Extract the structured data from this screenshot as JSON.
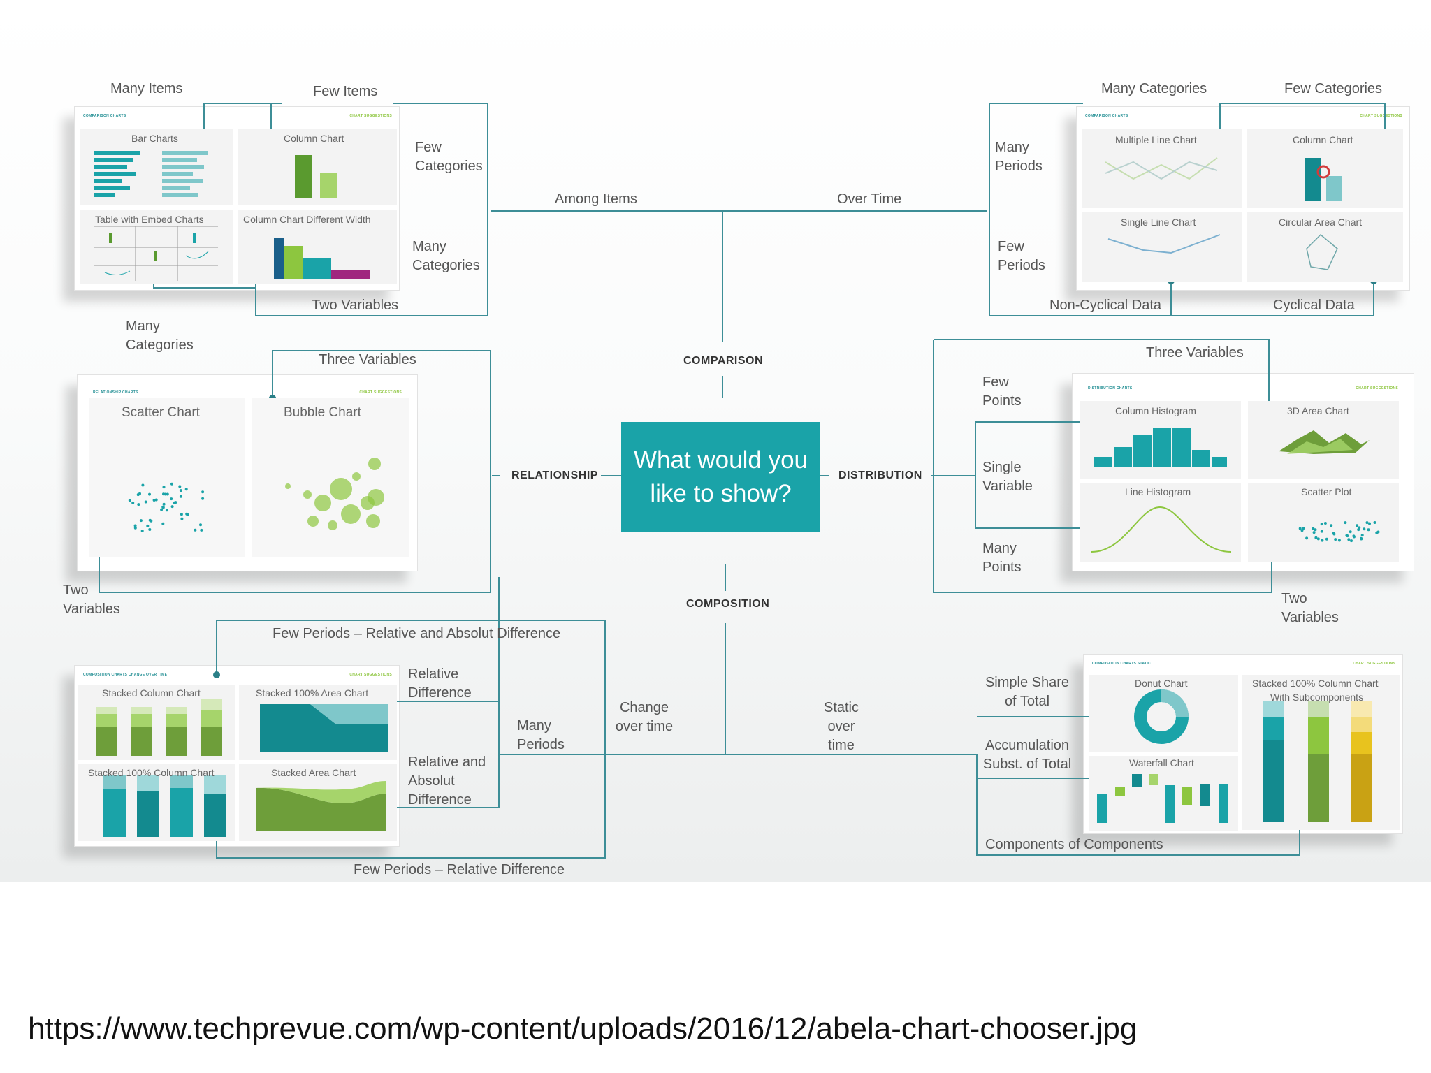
{
  "center": {
    "question": "What would you like to show?"
  },
  "categories": {
    "comparison": "COMPARISON",
    "relationship": "RELATIONSHIP",
    "distribution": "DISTRIBUTION",
    "composition": "COMPOSITION"
  },
  "comparison": {
    "among_items": "Among Items",
    "over_time": "Over Time",
    "many_items": "Many Items",
    "few_items": "Few Items",
    "few_categories": "Few Categories",
    "many_categories_right": "Many Categories",
    "two_variables": "Two Variables",
    "many_categories_left": "Many Categories",
    "many_categories_top": "Many Categories",
    "few_categories_top": "Few Categories",
    "many_periods": "Many Periods",
    "few_periods": "Few Periods",
    "non_cyclical": "Non-Cyclical Data",
    "cyclical": "Cyclical Data"
  },
  "relationship": {
    "three_variables": "Three Variables",
    "two_variables": "Two Variables"
  },
  "distribution": {
    "three_variables": "Three Variables",
    "few_points": "Few Points",
    "single_variable": "Single Variable",
    "many_points": "Many Points",
    "two_variables": "Two Variables"
  },
  "composition": {
    "few_periods_rel_abs": "Few Periods – Relative and Absolut Difference",
    "relative_difference": "Relative Difference",
    "relative_absolute": "Relative and Absolut Difference",
    "many_periods": "Many Periods",
    "change_over_time": "Change over time",
    "static_over_time": "Static over time",
    "few_periods_rel": "Few Periods – Relative Difference",
    "simple_share": "Simple Share of Total",
    "accumulation": "Accumulation Subst. of Total",
    "components": "Components of Components"
  },
  "charts": {
    "bar_charts": "Bar Charts",
    "column_chart": "Column Chart",
    "table_embed": "Table with Embed Charts",
    "column_diff_width": "Column Chart Different Width",
    "multiple_line": "Multiple Line Chart",
    "column_chart_2": "Column Chart",
    "single_line": "Single Line Chart",
    "circular_area": "Circular Area Chart",
    "scatter_chart": "Scatter Chart",
    "bubble_chart": "Bubble Chart",
    "column_histogram": "Column Histogram",
    "area_3d": "3D Area Chart",
    "line_histogram": "Line Histogram",
    "scatter_plot": "Scatter Plot",
    "stacked_column": "Stacked Column Chart",
    "stacked_100_area": "Stacked 100% Area Chart",
    "stacked_100_column": "Stacked 100% Column Chart",
    "stacked_area": "Stacked Area Chart",
    "donut": "Donut Chart",
    "stacked_100_sub_1": "Stacked 100% Column Chart",
    "stacked_100_sub_2": "With Subcomponents",
    "waterfall": "Waterfall Chart"
  },
  "banners": {
    "comparison_left": "COMPARISON CHARTS",
    "suggestions": "CHART SUGGESTIONS",
    "relationship_left": "RELATIONSHIP CHARTS",
    "distribution_left": "DISTRIBUTION CHARTS",
    "composition_left": "COMPOSITION CHARTS CHANGE OVER TIME",
    "composition_right": "COMPOSITION CHARTS STATIC",
    "chart_suggestions": "CHART SUGGESTIONS"
  },
  "colors": {
    "teal": "#1aa3a8",
    "line": "#3d8e97",
    "green": "#7cb342",
    "purple": "#a0267f"
  },
  "footer": {
    "url": "https://www.techprevue.com/wp-content/uploads/2016/12/abela-chart-chooser.jpg"
  }
}
